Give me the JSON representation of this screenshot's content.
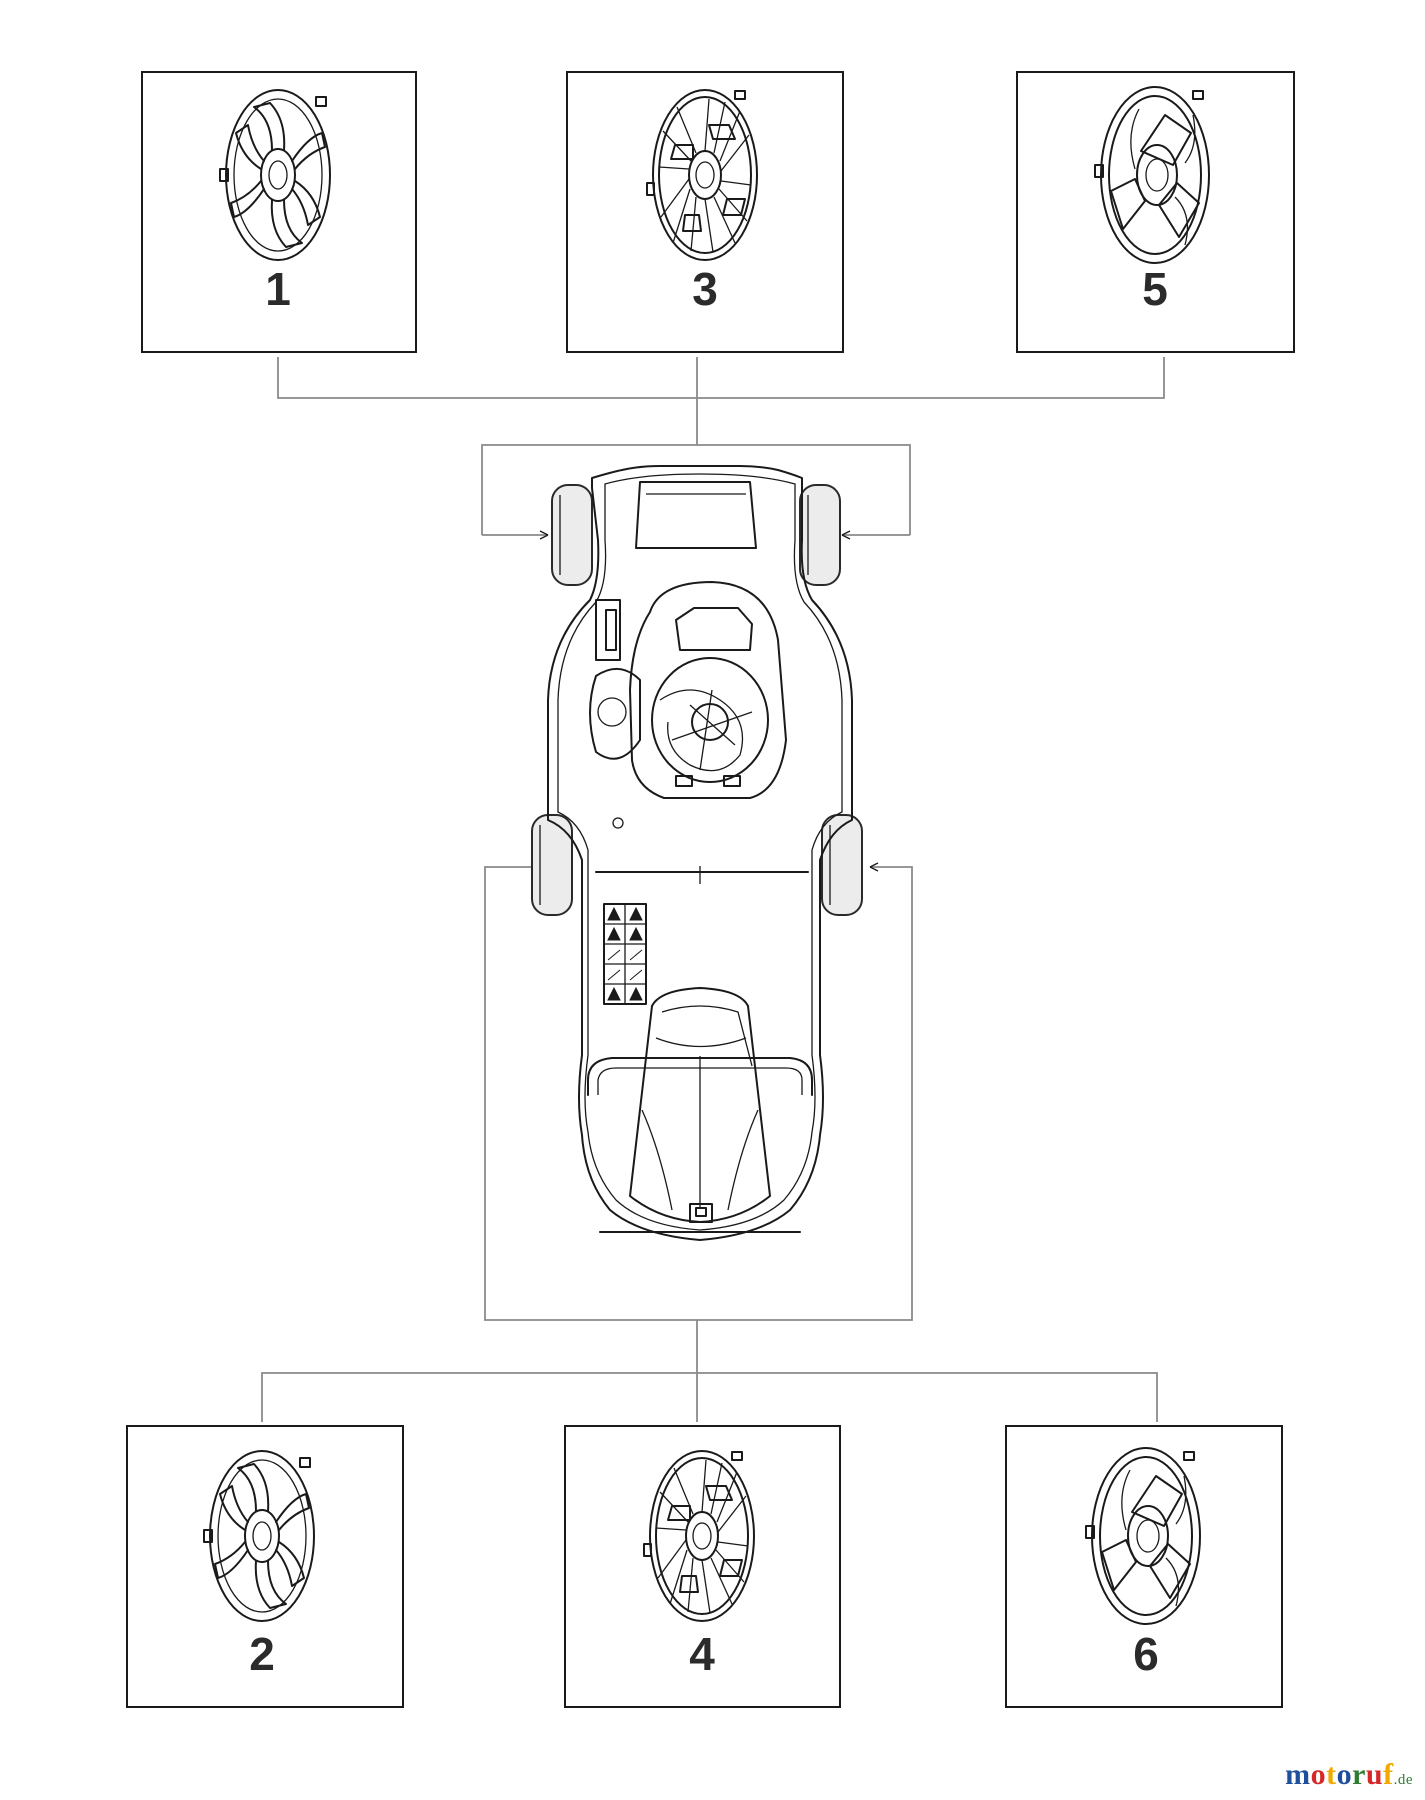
{
  "parts": [
    {
      "label": "1",
      "style": "spoke"
    },
    {
      "label": "3",
      "style": "vane"
    },
    {
      "label": "5",
      "style": "tri"
    },
    {
      "label": "2",
      "style": "spoke"
    },
    {
      "label": "4",
      "style": "vane"
    },
    {
      "label": "6",
      "style": "tri"
    }
  ],
  "watermark": {
    "letters": [
      "m",
      "o",
      "t",
      "o",
      "r",
      "u",
      "f"
    ],
    "letter_colors": [
      "#1f4e9c",
      "#d62828",
      "#f2a900",
      "#1f4e9c",
      "#2e7d32",
      "#d62828",
      "#f2a900"
    ],
    "tld": ".de"
  },
  "icons": [
    "hubcap-icon",
    "lawnmower-top-view-icon"
  ]
}
